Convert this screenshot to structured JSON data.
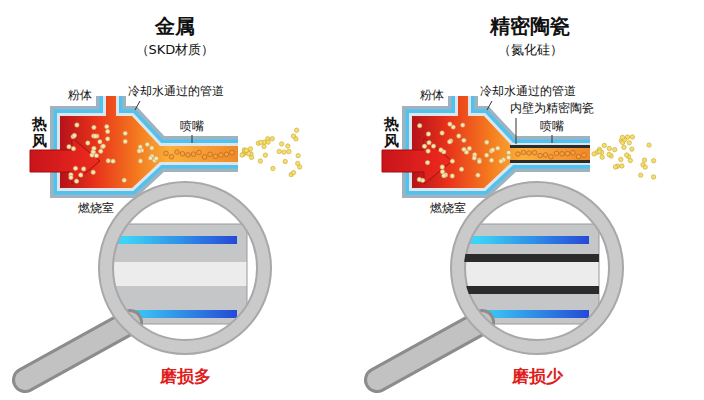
{
  "diagram": {
    "labels": [
      "金属",
      "（SKD材质）",
      "热风",
      "粉体",
      "冷却水通过的管道",
      "喷嘴",
      "燃烧室",
      "磨损多",
      "精密陶瓷",
      "（氮化硅）",
      "热风",
      "粉体",
      "冷却水通过的管道",
      "内壁为精密陶瓷",
      "喷嘴",
      "燃烧室",
      "磨损少"
    ]
  }
}
